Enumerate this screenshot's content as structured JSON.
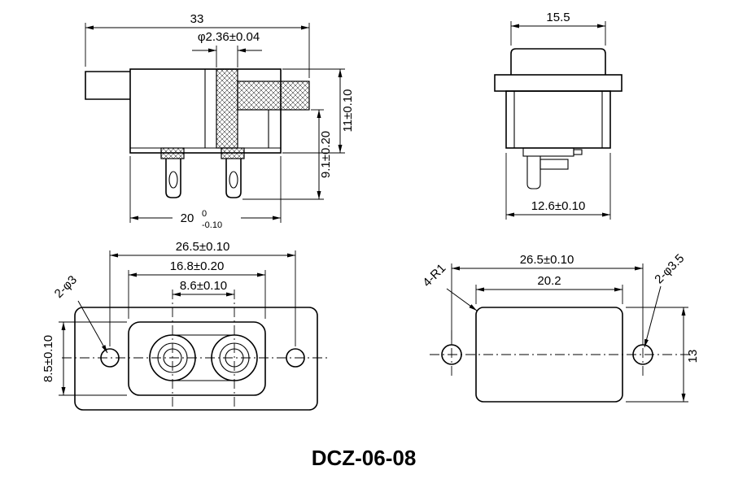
{
  "title": "DCZ-06-08",
  "views": {
    "side_section": {
      "dim_overall_length": "33",
      "dim_pin_diameter": "φ2.36±0.04",
      "dim_height": "11±0.10",
      "dim_terminal_length": "9.1±0.20",
      "dim_base_width_nominal": "20",
      "dim_base_width_tol_upper": "0",
      "dim_base_width_tol_lower": "-0.10"
    },
    "side_profile": {
      "dim_cap_width": "15.5",
      "dim_body_width": "12.6±0.10"
    },
    "front_face": {
      "dim_mounting_hole_spacing": "26.5±0.10",
      "dim_recess_width": "16.8±0.20",
      "dim_socket_spacing": "8.6±0.10",
      "dim_recess_height": "8.5±0.10",
      "label_mounting_holes": "2-φ3"
    },
    "panel_outline": {
      "dim_mounting_hole_spacing": "26.5±0.10",
      "dim_body_width": "20.2",
      "label_corner_radius": "4-R1",
      "label_mounting_holes": "2-φ3.5",
      "dim_body_height": "13"
    }
  },
  "colors": {
    "line": "#000000",
    "background": "#ffffff"
  }
}
